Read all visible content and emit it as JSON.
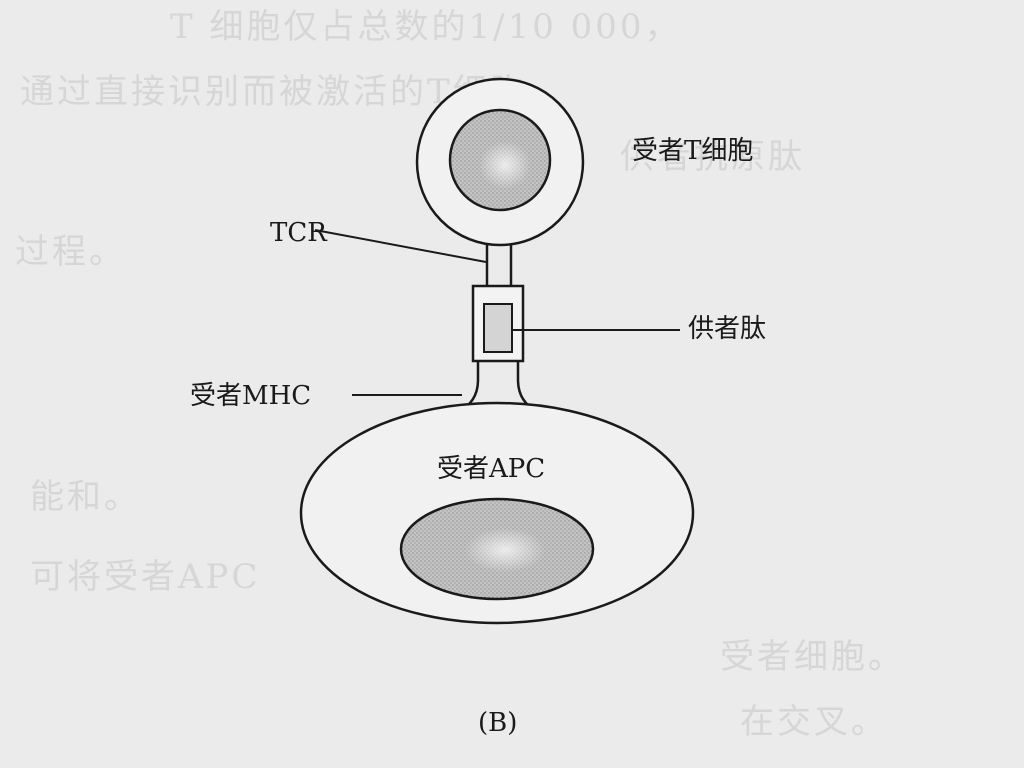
{
  "diagram": {
    "labels": {
      "t_cell": "受者T细胞",
      "tcr": "TCR",
      "peptide": "供者肽",
      "mhc": "受者MHC",
      "apc": "受者APC",
      "panel": "(B)"
    }
  },
  "background_text": [
    "T 细胞仅占总数的1/10 000，",
    "通过直接识别而被激活的T细胞。",
    "供者抗原肽",
    "过程。",
    "能和。",
    "可将受者APC",
    "受者细胞。",
    "在交叉。"
  ],
  "colors": {
    "background": "#ebebeb",
    "ink": "#1a1a1a",
    "nucleus_fill": "#bdbdbd",
    "peptide_fill": "#d9d9d9"
  }
}
